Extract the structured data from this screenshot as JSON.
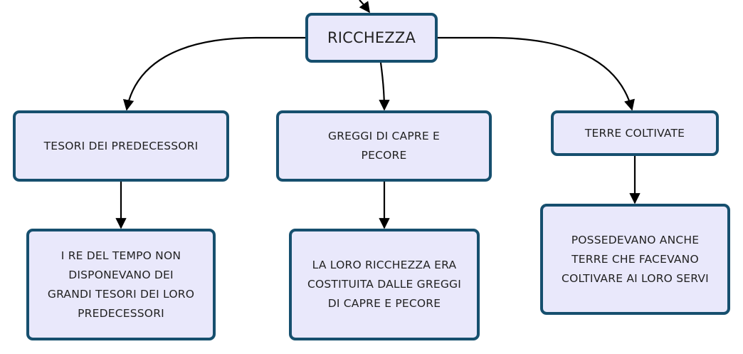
{
  "colors": {
    "node_fill": "#e9e8fb",
    "node_border": "#164f6e",
    "connector": "#000000",
    "text": "#222222"
  },
  "root": {
    "label": "RICCHEZZA"
  },
  "branches": [
    {
      "label": "TESORI DEI PREDECESSORI",
      "detail": "I RE DEL TEMPO NON DISPONEVANO DEI GRANDI TESORI DEI LORO PREDECESSORI"
    },
    {
      "label": "GREGGI DI CAPRE E PECORE",
      "detail": "LA LORO RICCHEZZA ERA COSTITUITA DALLE GREGGI DI CAPRE E PECORE"
    },
    {
      "label": "TERRE COLTIVATE",
      "detail": "POSSEDEVANO ANCHE TERRE CHE FACEVANO COLTIVARE AI LORO SERVI"
    }
  ]
}
